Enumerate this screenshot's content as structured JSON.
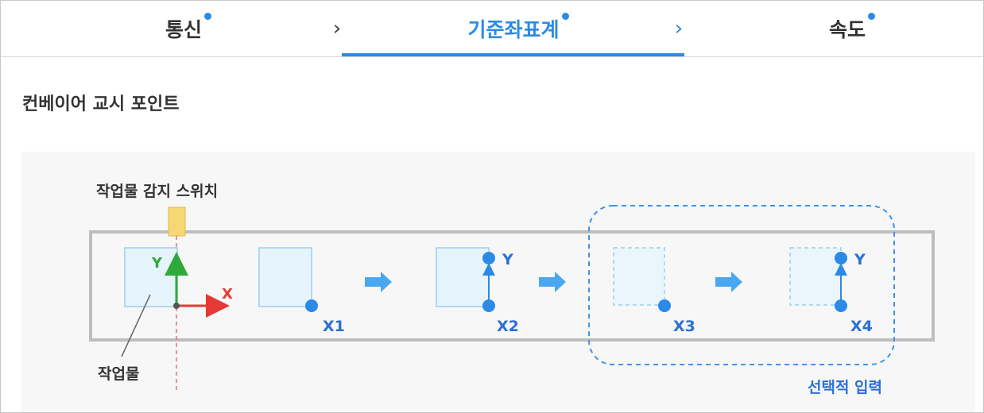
{
  "steps": [
    {
      "label": "통신",
      "active": false
    },
    {
      "label": "기준좌표계",
      "active": true
    },
    {
      "label": "속도",
      "active": false
    }
  ],
  "section_title": "컨베이어 교시 포인트",
  "diagram": {
    "sensor_label": "작업물 감지 스위치",
    "workpiece_label": "작업물",
    "axis_x": "X",
    "axis_y": "Y",
    "points": [
      "X1",
      "X2",
      "X3",
      "X4"
    ],
    "point_y_labels": [
      "Y",
      "Y"
    ],
    "optional_label": "선택적 입력"
  },
  "colors": {
    "accent": "#2b8ae6",
    "axis_x": "#e53935",
    "axis_y": "#2eaa3a",
    "sensor": "#f7d774",
    "arrow": "#4aa8f0"
  }
}
